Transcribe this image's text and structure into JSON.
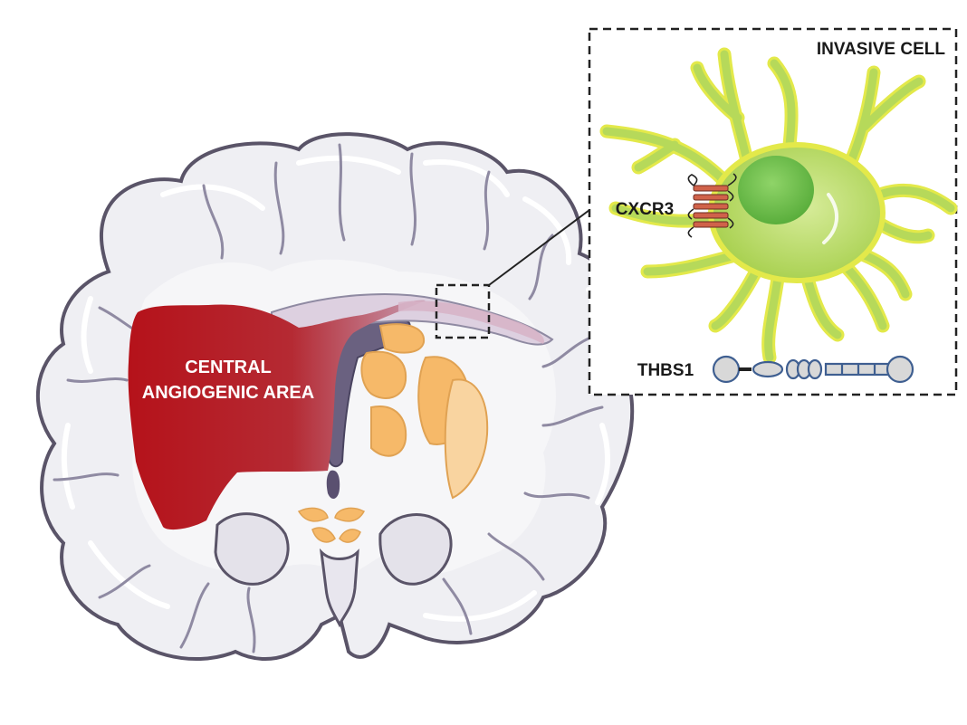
{
  "labels": {
    "tumor": [
      "CENTRAL",
      "ANGIOGENIC AREA"
    ],
    "inset_title": "INVASIVE CELL",
    "receptor": "CXCR3",
    "protein": "THBS1"
  },
  "colors": {
    "brain_fill": "#efeff3",
    "brain_outline": "#5a5468",
    "gyri_highlight": "#ffffff",
    "sulci": "#8f8aa2",
    "tumor_dark": "#b5141b",
    "tumor_light": "#c9a5b7",
    "basal_ganglia": "#f6b969",
    "cell_fill": "#b6d95a",
    "cell_outline": "#e3e94a",
    "nucleus": "#6bbf45",
    "receptor": "#d0624a",
    "protein_fill": "#d8d8d8",
    "protein_outline": "#3f5f91",
    "box_border": "#222222"
  },
  "icons": {
    "brain": "coronal-brain-section",
    "cell": "invasive-glioma-cell",
    "receptor": "transmembrane-receptor",
    "protein": "thrombospondin-domains"
  }
}
